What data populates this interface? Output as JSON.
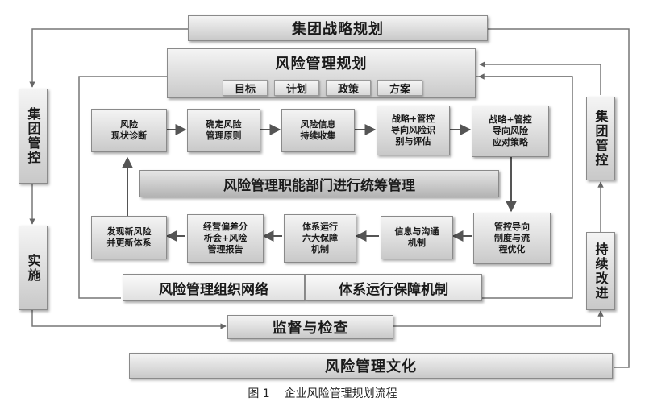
{
  "diagram": {
    "top_box": "集团战略规划",
    "plan_box": "风险管理规划",
    "plan_items": [
      "目标",
      "计划",
      "政策",
      "方案"
    ],
    "left_group_control": "集团管控",
    "left_implement": "实施",
    "right_group_control": "集团管控",
    "right_improve": "持续改进",
    "steps_top": [
      "风险\n现状诊断",
      "确定风险\n管理原则",
      "风险信息\n持续收集",
      "战略+管控\n导向风险识\n别与评估",
      "战略+管控\n导向风险\n应对策略"
    ],
    "center_bar": "风险管理职能部门进行统筹管理",
    "steps_bottom": [
      "发现新风险\n并更新体系",
      "经营偏差分\n析会+风险\n管理报告",
      "体系运行\n六大保障\n机制",
      "信息与沟通\n机制",
      "管控导向\n制度与流\n程优化"
    ],
    "org_network": "风险管理组织网络",
    "guarantee": "体系运行保障机制",
    "monitor": "监督与检查",
    "culture": "风险管理文化"
  },
  "caption": {
    "label": "图 1",
    "text": "企业风险管理规划流程"
  }
}
